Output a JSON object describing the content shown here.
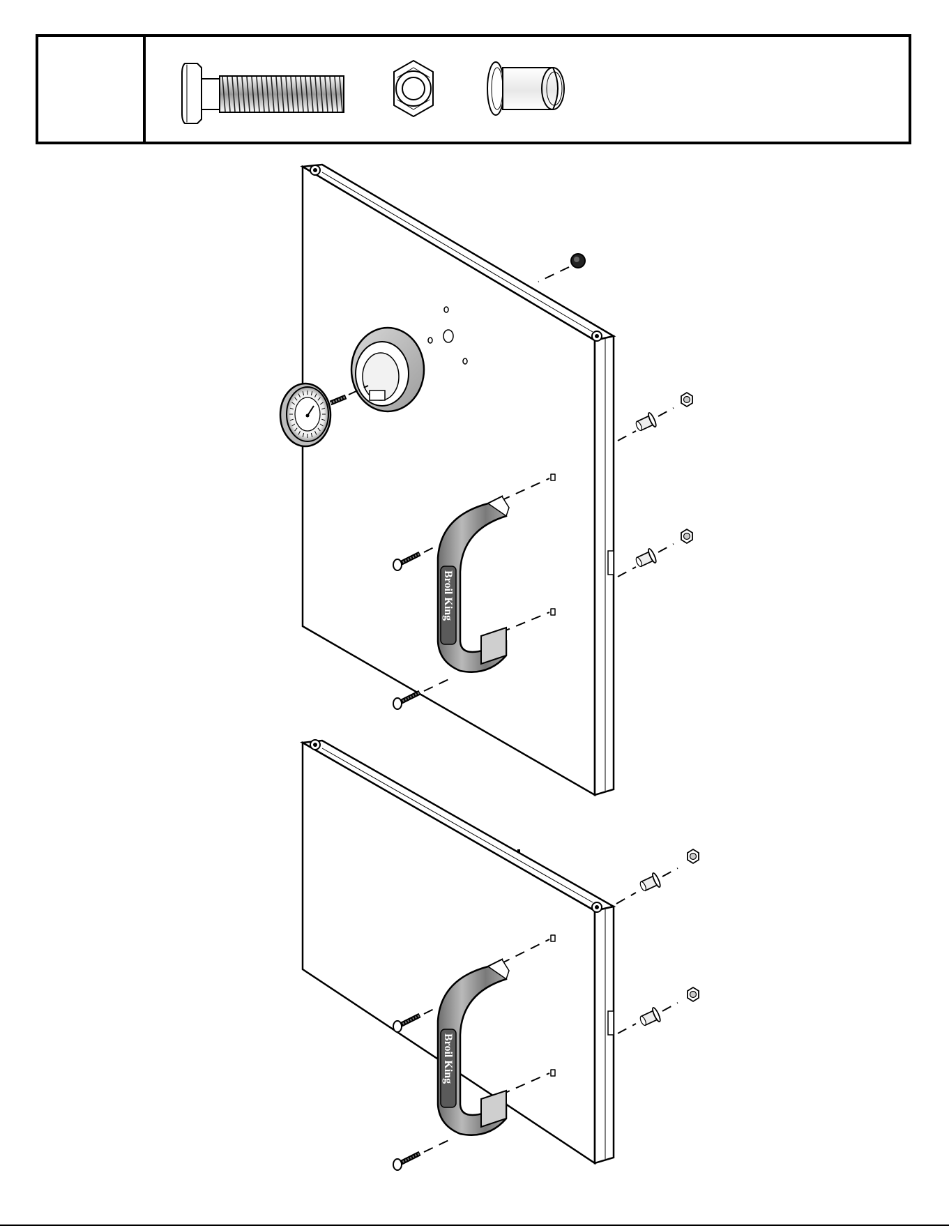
{
  "step": {
    "number": ""
  },
  "hardware": [
    {
      "id": "bolt",
      "icon": "t-bolt-icon"
    },
    {
      "id": "nut",
      "icon": "hex-nut-icon"
    },
    {
      "id": "bushing",
      "icon": "flanged-bushing-icon"
    }
  ],
  "upper_door": {
    "handle_brand": "Broil King",
    "thermometer": {
      "icon": "temperature-gauge-icon"
    }
  },
  "lower_door": {
    "handle_brand": "Broil King"
  }
}
